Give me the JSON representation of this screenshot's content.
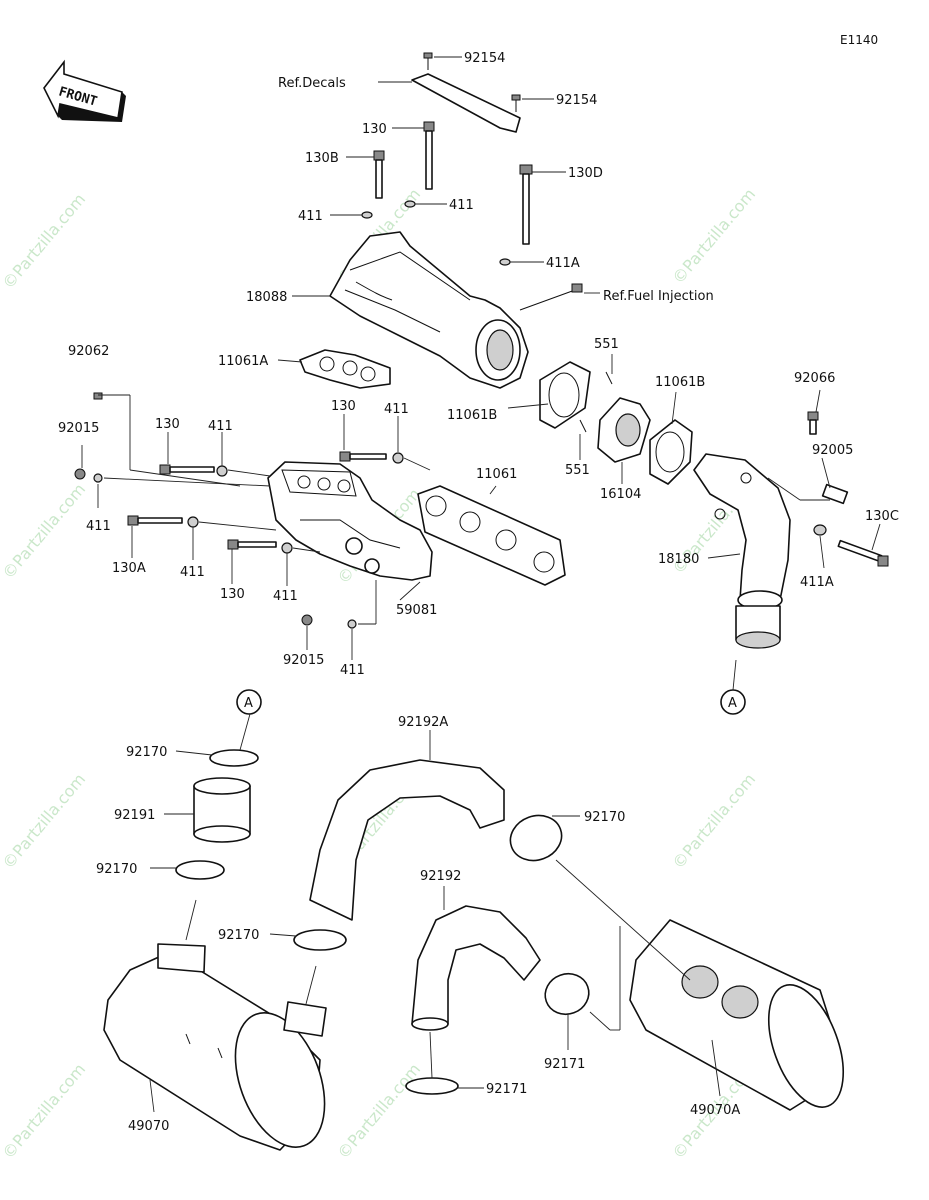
{
  "diagram_code": "E1140",
  "front_arrow": "FRONT",
  "watermark": "©Partzilla.com",
  "refs": {
    "decals": "Ref.Decals",
    "fuel_injection": "Ref.Fuel Injection"
  },
  "callout_A": "A",
  "labels": {
    "p92154_a": "92154",
    "p92154_b": "92154",
    "p130_top": "130",
    "p130B": "130B",
    "p130D": "130D",
    "p411_l": "411",
    "p411_r": "411",
    "p411A_top": "411A",
    "p18088": "18088",
    "p11061A": "11061A",
    "p92062": "92062",
    "p92015_top": "92015",
    "p130_mid_l": "130",
    "p411_mid_l": "411",
    "p130_mid_c": "130",
    "p411_mid_c": "411",
    "p411_row1": "411",
    "p130A": "130A",
    "p411_row2": "411",
    "p130_row3": "130",
    "p411_row3": "411",
    "p59081": "59081",
    "p92015_bot": "92015",
    "p411_bot": "411",
    "p11061": "11061",
    "p551_top": "551",
    "p551_bot": "551",
    "p11061B_l": "11061B",
    "p11061B_r": "11061B",
    "p16104": "16104",
    "p92066": "92066",
    "p92005": "92005",
    "p130C": "130C",
    "p18180": "18180",
    "p411A_r": "411A",
    "p92170_a": "92170",
    "p92191": "92191",
    "p92170_b": "92170",
    "p92192A": "92192A",
    "p92170_c": "92170",
    "p92192": "92192",
    "p92170_d": "92170",
    "p92171_a": "92171",
    "p92171_b": "92171",
    "p49070": "49070",
    "p49070A": "49070A"
  }
}
